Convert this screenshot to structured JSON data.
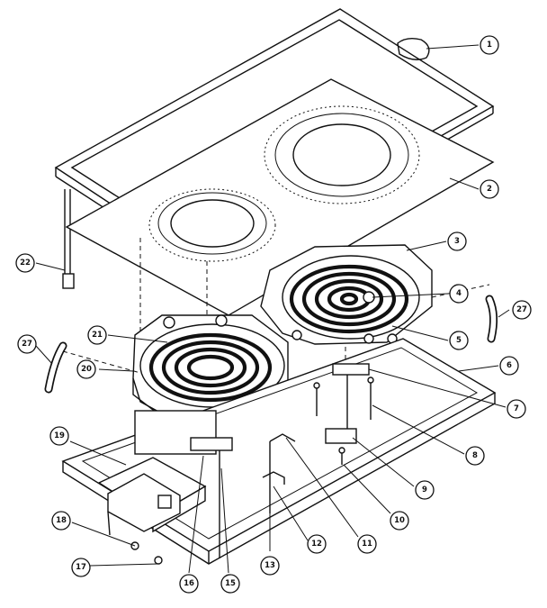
{
  "callouts": [
    {
      "label": "1"
    },
    {
      "label": "2"
    },
    {
      "label": "3"
    },
    {
      "label": "4"
    },
    {
      "label": "5"
    },
    {
      "label": "6"
    },
    {
      "label": "7"
    },
    {
      "label": "8"
    },
    {
      "label": "9"
    },
    {
      "label": "10"
    },
    {
      "label": "11"
    },
    {
      "label": "12"
    },
    {
      "label": "13"
    },
    {
      "label": "15"
    },
    {
      "label": "16"
    },
    {
      "label": "17"
    },
    {
      "label": "18"
    },
    {
      "label": "19"
    },
    {
      "label": "20"
    },
    {
      "label": "21"
    },
    {
      "label": "22"
    },
    {
      "label": "27"
    },
    {
      "label": "27"
    }
  ]
}
